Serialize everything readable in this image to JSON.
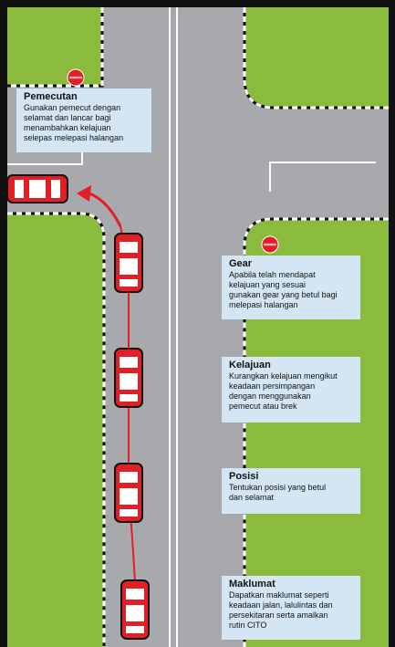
{
  "boxes": {
    "pemecutan": {
      "title": "Pemecutan",
      "body": "Gunakan pemecut dengan\nselamat dan lancar bagi\nmenambahkan kelajuan\nselepas melepasi halangan"
    },
    "gear": {
      "title": "Gear",
      "body": "Apabila telah mendapat\nkelajuan yang sesuai\ngunakan gear yang betul bagi\nmelepasi halangan"
    },
    "kelajuan": {
      "title": "Kelajuan",
      "body": "Kurangkan kelajuan mengikut\nkeadaan persimpangan\ndengan menggunakan\npemecut atau brek"
    },
    "posisi": {
      "title": "Posisi",
      "body": "Tentukan posisi yang betul\ndan selamat"
    },
    "maklumat": {
      "title": "Maklumat",
      "body": "Dapatkan maklumat seperti\nkeadaan jalan, lalulintas dan\npersekitaran serta amalkan\nrutin CITO"
    }
  },
  "signs": {
    "stop_text": "BERHENTI"
  },
  "colors": {
    "grass": "#8bbb3c",
    "road": "#a7a9ac",
    "car": "#e31e24",
    "path": "#e31e24",
    "box": "#d4e6f4"
  }
}
